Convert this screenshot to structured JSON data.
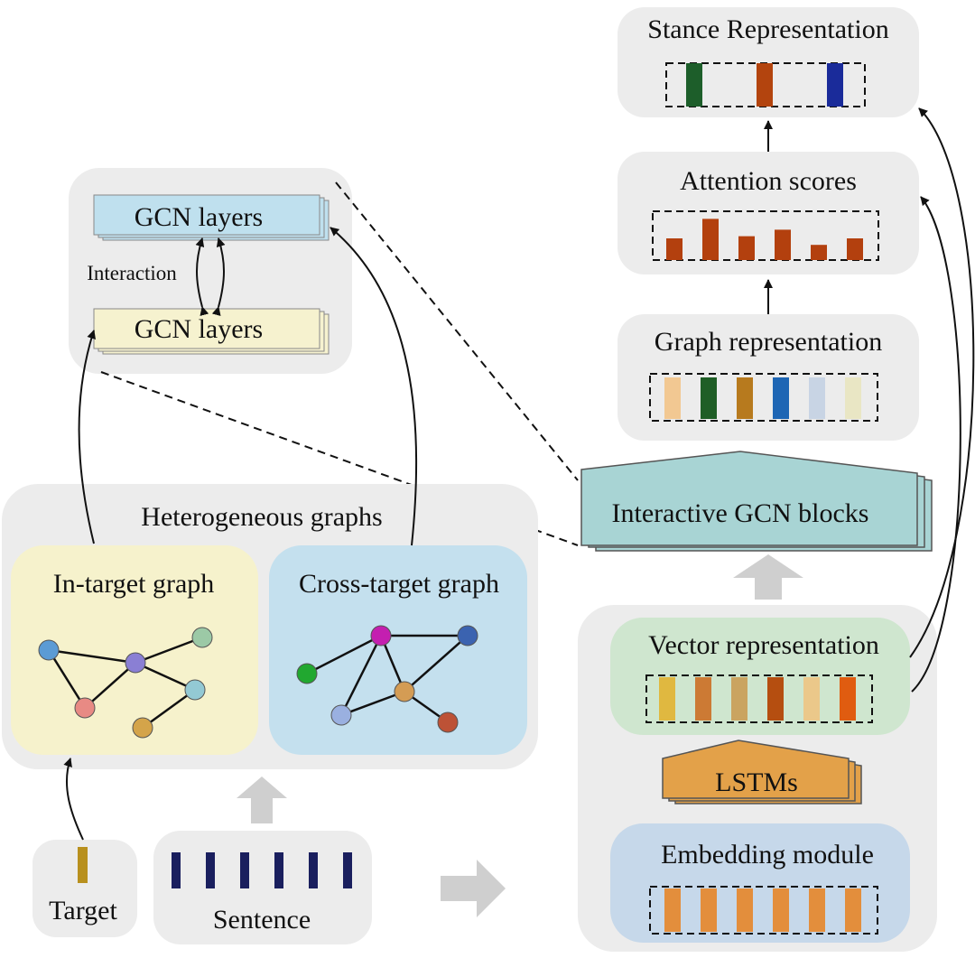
{
  "labels": {
    "stance": "Stance Representation",
    "attention": "Attention scores",
    "graph_rep": "Graph representation",
    "interactive_gcn": "Interactive GCN blocks",
    "vector_rep": "Vector representation",
    "lstms": "LSTMs",
    "embedding": "Embedding module",
    "gcn_layers_top": "GCN layers",
    "gcn_layers_bottom": "GCN layers",
    "interaction": "Interaction",
    "hetero_graphs": "Heterogeneous graphs",
    "in_target": "In-target graph",
    "cross_target": "Cross-target graph",
    "target": "Target",
    "sentence": "Sentence"
  },
  "colors": {
    "panel": "#ececec",
    "gcn_top": "#bfe0ee",
    "gcn_bottom": "#f6f2cf",
    "in_target_bg": "#f6f2cc",
    "cross_target_bg": "#c4e0ee",
    "vector_bg": "#cfe6cf",
    "embedding_bg": "#c6d8ea",
    "lstm": "#e3a149",
    "interactive_gcn": "#a8d4d4",
    "sentence_token": "#1a1f5e",
    "target_token": "#b8901e",
    "arrow_gray": "#cfcfcf"
  },
  "stance_bars": [
    "#1d5e2a",
    "#b3440e",
    "#1a2b9a"
  ],
  "attention_bars": [
    0.5,
    0.95,
    0.55,
    0.7,
    0.35,
    0.5
  ],
  "attention_bar_color": "#b3400e",
  "graph_rep_bars": [
    "#f2c892",
    "#1f5e26",
    "#b77a1e",
    "#1e66b4",
    "#c8d4e4",
    "#e9e6c4"
  ],
  "vector_rep_bars": [
    "#e0b840",
    "#cc7a34",
    "#caa460",
    "#b54e10",
    "#ebc88a",
    "#e05c10"
  ],
  "embedding_bar_color": "#e38e3c",
  "embedding_bar_count": 6,
  "sentence_token_count": 6,
  "in_target_nodes": [
    {
      "color": "#5b9bd5"
    },
    {
      "color": "#8a7fd4"
    },
    {
      "color": "#9cc9a6"
    },
    {
      "color": "#e88a84"
    },
    {
      "color": "#93c9d4"
    },
    {
      "color": "#d4a44a"
    }
  ],
  "cross_target_nodes": [
    {
      "color": "#c41fb0"
    },
    {
      "color": "#3b63b0"
    },
    {
      "color": "#21a830"
    },
    {
      "color": "#d49c54"
    },
    {
      "color": "#9ab0e0"
    },
    {
      "color": "#bd5236"
    }
  ]
}
